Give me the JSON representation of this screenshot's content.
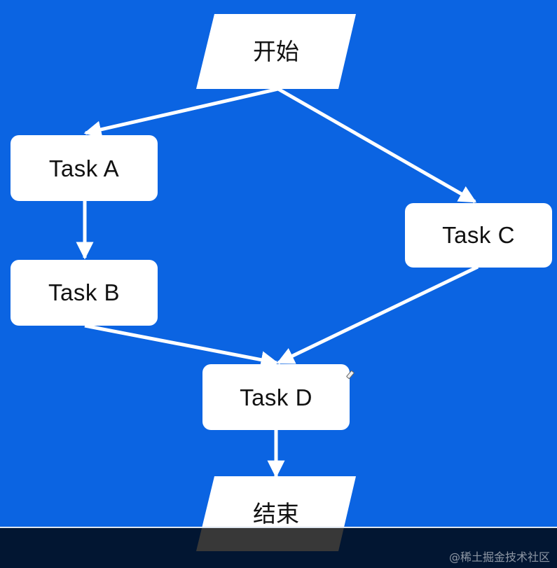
{
  "diagram": {
    "type": "flowchart",
    "colors": {
      "background": "#0b64e2",
      "node_fill": "#ffffff",
      "edge": "#ffffff",
      "text": "#111111"
    },
    "nodes": {
      "start": {
        "label": "开始",
        "shape": "parallelogram"
      },
      "task_a": {
        "label": "Task A",
        "shape": "rounded-rect"
      },
      "task_b": {
        "label": "Task B",
        "shape": "rounded-rect"
      },
      "task_c": {
        "label": "Task C",
        "shape": "rounded-rect"
      },
      "task_d": {
        "label": "Task D",
        "shape": "rounded-rect"
      },
      "end": {
        "label": "结束",
        "shape": "parallelogram"
      }
    },
    "edges": [
      {
        "from": "start",
        "to": "task_a"
      },
      {
        "from": "start",
        "to": "task_c"
      },
      {
        "from": "task_a",
        "to": "task_b"
      },
      {
        "from": "task_b",
        "to": "task_d"
      },
      {
        "from": "task_c",
        "to": "task_d"
      },
      {
        "from": "task_d",
        "to": "end"
      }
    ]
  },
  "watermark": {
    "text": "@稀土掘金技术社区"
  }
}
